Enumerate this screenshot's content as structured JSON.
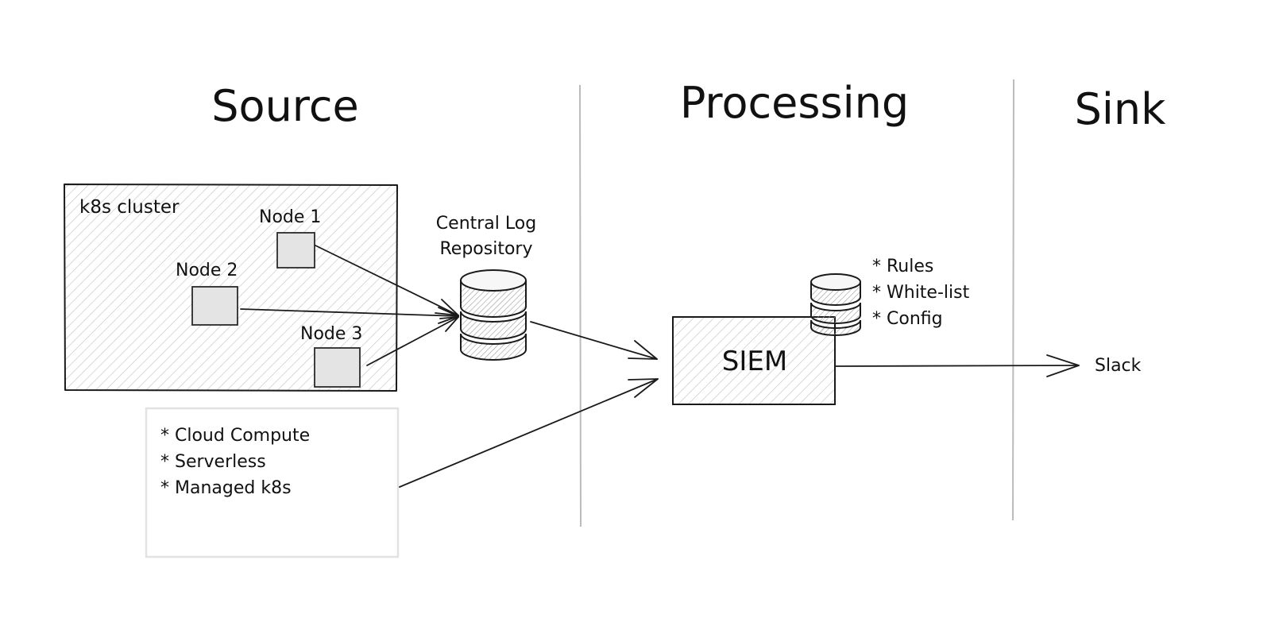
{
  "columns": {
    "source": "Source",
    "processing": "Processing",
    "sink": "Sink"
  },
  "cluster": {
    "label": "k8s cluster",
    "nodes": [
      "Node 1",
      "Node 2",
      "Node 3"
    ]
  },
  "repository": {
    "line1": "Central Log",
    "line2": "Repository"
  },
  "other_sources": [
    "* Cloud Compute",
    "* Serverless",
    "* Managed k8s"
  ],
  "siem": {
    "label": "SIEM",
    "config_items": [
      "* Rules",
      "* White-list",
      "* Config"
    ]
  },
  "sink": {
    "label": "Slack"
  },
  "colors": {
    "stroke": "#1a1a1a",
    "hatch": "#bdbdbd",
    "divider": "#bbbbbb",
    "node_fill": "#e4e4e4"
  }
}
